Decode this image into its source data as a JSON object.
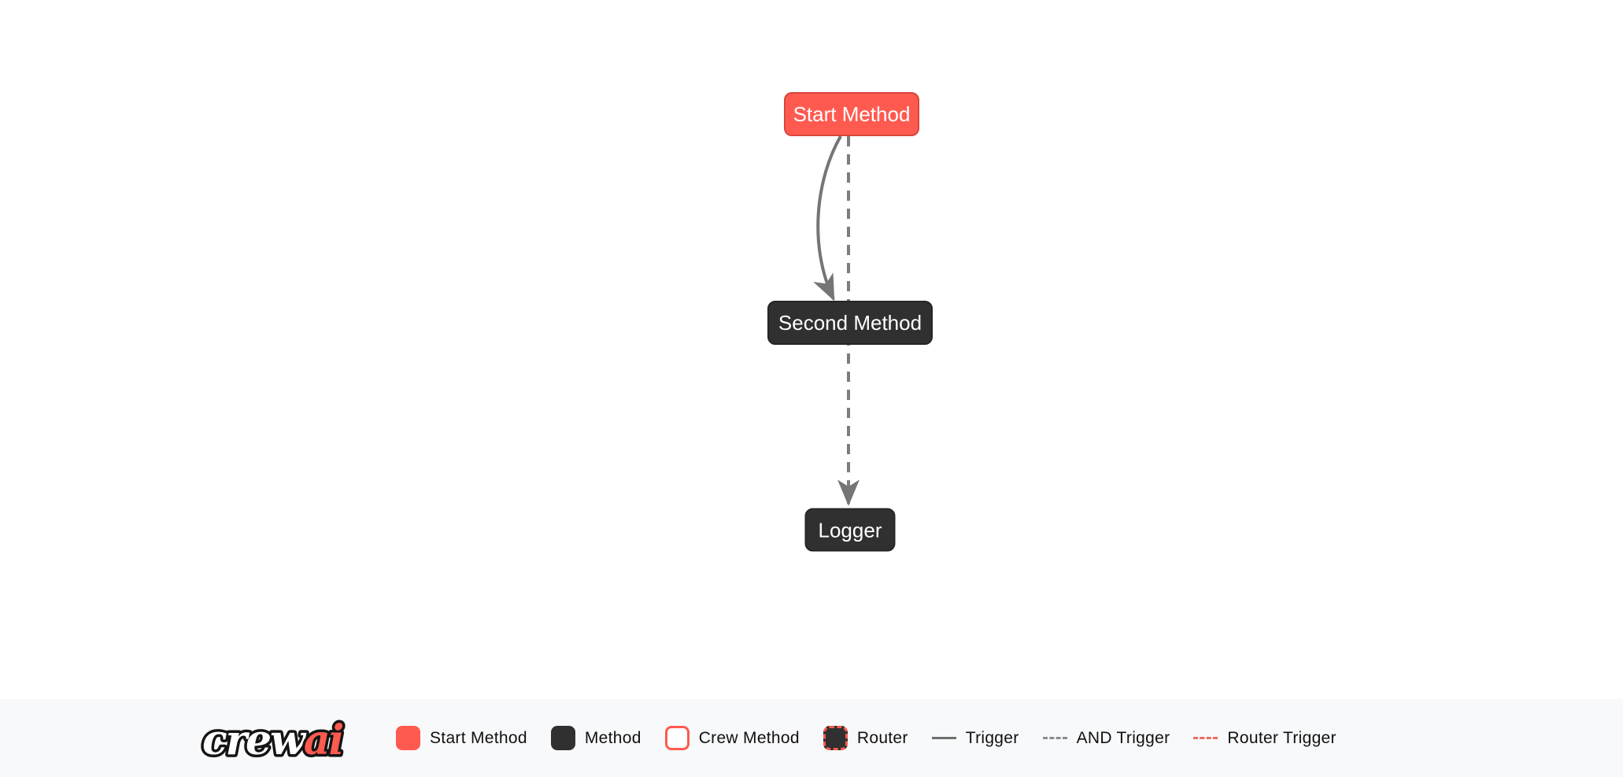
{
  "diagram": {
    "nodes": [
      {
        "id": "start_method",
        "label": "Start Method",
        "type": "start-method"
      },
      {
        "id": "second_method",
        "label": "Second Method",
        "type": "method"
      },
      {
        "id": "logger",
        "label": "Logger",
        "type": "method"
      }
    ],
    "edges": [
      {
        "from": "start_method",
        "to": "second_method",
        "style": "solid",
        "type": "trigger"
      },
      {
        "from": "start_method",
        "to": "logger",
        "style": "dashed",
        "type": "and-trigger"
      }
    ]
  },
  "footer": {
    "logo": {
      "text_primary": "crew",
      "text_accent": "ai"
    },
    "legend": [
      {
        "label": "Start Method",
        "swatch": "red-rounded-square"
      },
      {
        "label": "Method",
        "swatch": "dark-rounded-square"
      },
      {
        "label": "Crew Method",
        "swatch": "white-square-red-border"
      },
      {
        "label": "Router",
        "swatch": "dark-square-red-dashed-border"
      },
      {
        "label": "Trigger",
        "swatch": "solid-gray-line"
      },
      {
        "label": "AND Trigger",
        "swatch": "dashed-gray-line"
      },
      {
        "label": "Router Trigger",
        "swatch": "dashed-red-line"
      }
    ]
  },
  "colors": {
    "accent": "#FF5A50",
    "accent_border": "#D9453B",
    "node_dark": "#303030",
    "edge_gray": "#757575",
    "footer_background": "#F8F9FA",
    "canvas_background": "#FFFFFF",
    "label_text": "#111111",
    "node_text": "#FFFFFF"
  }
}
